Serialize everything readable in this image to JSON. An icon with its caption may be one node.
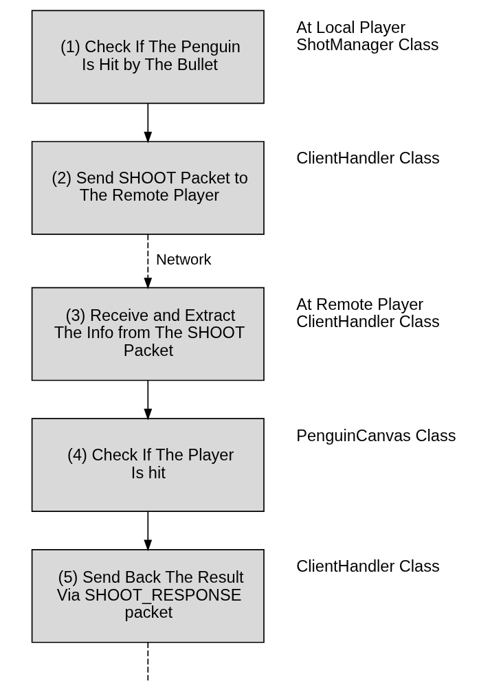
{
  "diagram": {
    "nodes": [
      {
        "text": [
          "(1) Check If The Penguin Is Hit by The Bullet"
        ],
        "beside": [
          "At Local Player ShotManager Class"
        ]
      },
      {
        "text": [
          "(2) Send SHOOT Packet to The Remote Player"
        ],
        "beside": [
          "ClientHandler Class"
        ]
      },
      {
        "text": [
          "(3) Receive and Extract The Info from The SHOOT Packet"
        ],
        "beside": [
          "At Remote Player ClientHandler Class"
        ]
      },
      {
        "text": [
          "(4) Check If The Player Is hit"
        ],
        "beside": [
          "PenguinCanvas Class"
        ]
      },
      {
        "text": [
          "(5) Send Back The Result Via SHOOT_RESPONSE packet"
        ],
        "beside": [
          "ClientHandler Class"
        ]
      }
    ],
    "edges": [
      {
        "from": 0,
        "to": 1,
        "arrow": "to"
      },
      {
        "from": 1,
        "to": 2,
        "arrow": "to",
        "style": "dashed",
        "label": "Network"
      },
      {
        "from": 2,
        "to": 3,
        "arrow": "to"
      },
      {
        "from": 3,
        "to": 4,
        "arrow": "to"
      },
      {
        "from": 4,
        "to": null,
        "arrow": "none",
        "style": "dashed"
      }
    ]
  }
}
